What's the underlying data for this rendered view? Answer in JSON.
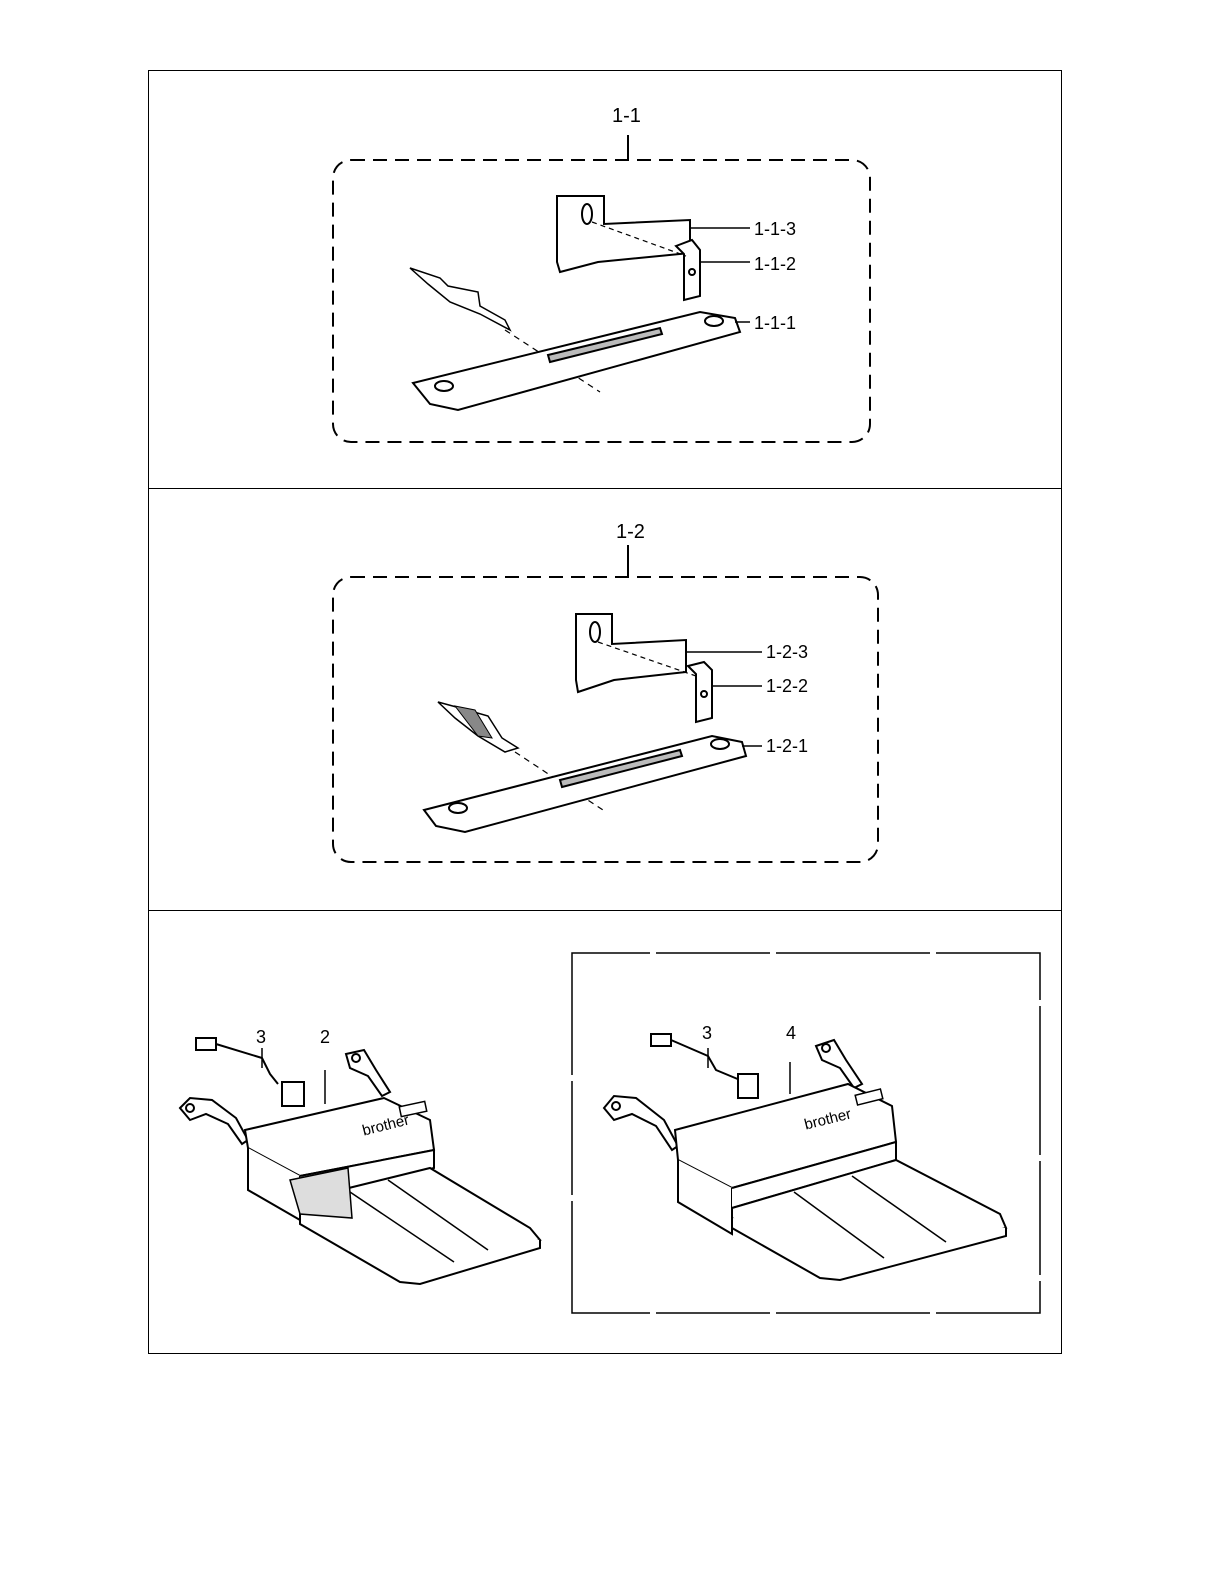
{
  "sections": [
    {
      "group_label": "1-1",
      "parts": [
        {
          "ref": "1-1-3"
        },
        {
          "ref": "1-1-2"
        },
        {
          "ref": "1-1-1"
        }
      ]
    },
    {
      "group_label": "1-2",
      "parts": [
        {
          "ref": "1-2-3"
        },
        {
          "ref": "1-2-2"
        },
        {
          "ref": "1-2-1"
        }
      ]
    },
    {
      "left_assembly": {
        "cable_ref": "3",
        "unit_ref": "2",
        "brand": "brother"
      },
      "right_assembly": {
        "cable_ref": "3",
        "unit_ref": "4",
        "brand": "brother"
      }
    }
  ]
}
